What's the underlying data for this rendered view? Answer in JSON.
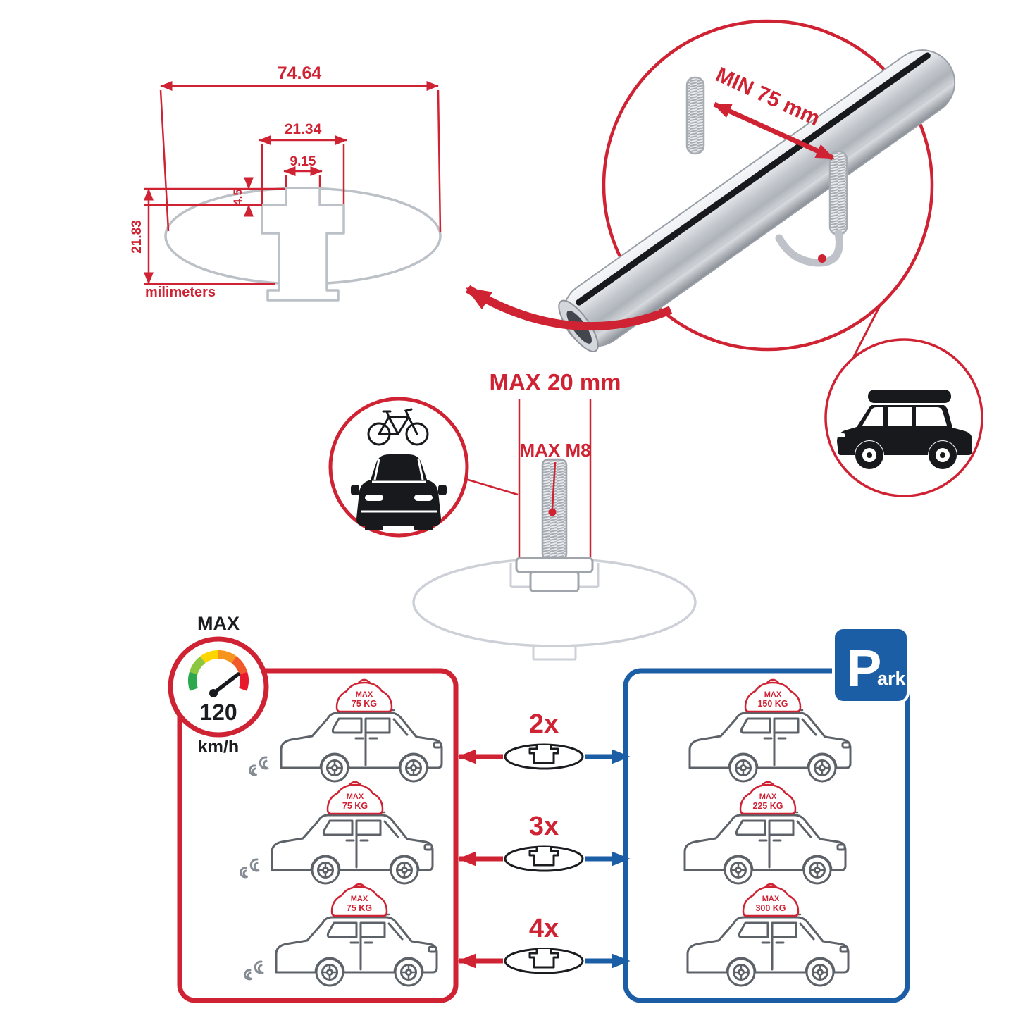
{
  "colors": {
    "accent_red": "#cf2233",
    "accent_blue": "#1b5ea6",
    "outline_grey": "#9aa0a8",
    "dark": "#1a1c1f"
  },
  "section_dimensions": {
    "width": "74.64",
    "slot_outer": "21.34",
    "slot_inner": "9.15",
    "lip": "4.5",
    "height": "21.83",
    "units": "milimeters"
  },
  "clamp": {
    "min_width": "MIN 75 mm"
  },
  "bolt": {
    "max_width": "MAX 20 mm",
    "max_thread": "MAX M8"
  },
  "speed_limit": {
    "label": "MAX",
    "value": "120",
    "units": "km/h"
  },
  "parking_sign": {
    "letter": "P",
    "suffix": "ark"
  },
  "capacity_rows": [
    {
      "multiplier": "2x",
      "moving_load": {
        "label": "MAX",
        "value": "75 KG"
      },
      "parked_load": {
        "label": "MAX",
        "value": "150 KG"
      }
    },
    {
      "multiplier": "3x",
      "moving_load": {
        "label": "MAX",
        "value": "75 KG"
      },
      "parked_load": {
        "label": "MAX",
        "value": "225 KG"
      }
    },
    {
      "multiplier": "4x",
      "moving_load": {
        "label": "MAX",
        "value": "75 KG"
      },
      "parked_load": {
        "label": "MAX",
        "value": "300 KG"
      }
    }
  ]
}
